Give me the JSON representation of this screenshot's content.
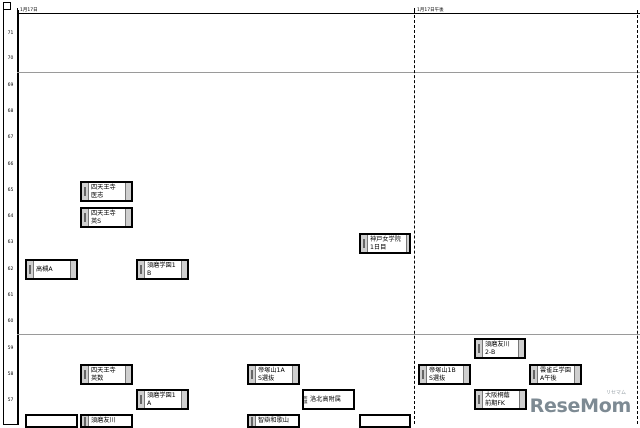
{
  "header": {
    "day1_label": "1月17日",
    "day2_label": "1月17日午後"
  },
  "axis_ticks": [
    "71",
    "70",
    "69",
    "68",
    "67",
    "66",
    "65",
    "64",
    "63",
    "62",
    "61",
    "60",
    "59",
    "58",
    "57"
  ],
  "cards": [
    {
      "id": "shitennoji-ikyo",
      "lines": [
        "四天王寺",
        "医志"
      ]
    },
    {
      "id": "shitennoji-eisu",
      "lines": [
        "四天王寺",
        "英S"
      ]
    },
    {
      "id": "takatsuki-a",
      "lines": [
        "高槻A"
      ]
    },
    {
      "id": "suma-gakuen-1b",
      "lines": [
        "須磨学園1",
        "B"
      ]
    },
    {
      "id": "kobe-jogakuin",
      "lines": [
        "神戸女学院",
        "1日目"
      ]
    },
    {
      "id": "shitennoji-eisu2",
      "lines": [
        "四天王寺",
        "英数"
      ]
    },
    {
      "id": "suma-gakuen-1a",
      "lines": [
        "須磨学園1",
        "A"
      ]
    },
    {
      "id": "tezukayama-1a",
      "lines": [
        "帝塚山1A",
        "S選抜"
      ]
    },
    {
      "id": "rakuhoku",
      "lines": [
        "洛北高附属"
      ]
    },
    {
      "id": "suma-tomoka",
      "lines": [
        "須磨友川",
        "2-B"
      ]
    },
    {
      "id": "tezukayama-1b",
      "lines": [
        "帝塚山1B",
        "S選抜"
      ]
    },
    {
      "id": "unjogaoka",
      "lines": [
        "雲雀丘学園",
        "A午後"
      ]
    },
    {
      "id": "osaka-toin",
      "lines": [
        "大阪桐蔭",
        "前期FK"
      ]
    },
    {
      "id": "bottom-partial-1",
      "lines": [
        ""
      ]
    },
    {
      "id": "suma-tomoka-b",
      "lines": [
        "須磨友川"
      ]
    },
    {
      "id": "bottom-partial-2",
      "lines": [
        "智辯和歌山"
      ]
    },
    {
      "id": "bottom-partial-3",
      "lines": [
        ""
      ]
    }
  ],
  "side_tags": {
    "tezukayama_note": "選抜",
    "rakuhoku_note": "附属",
    "suma_tomoka_note": "須磨"
  },
  "watermark": {
    "brand": "ReseMom",
    "sub": "リセマム"
  }
}
